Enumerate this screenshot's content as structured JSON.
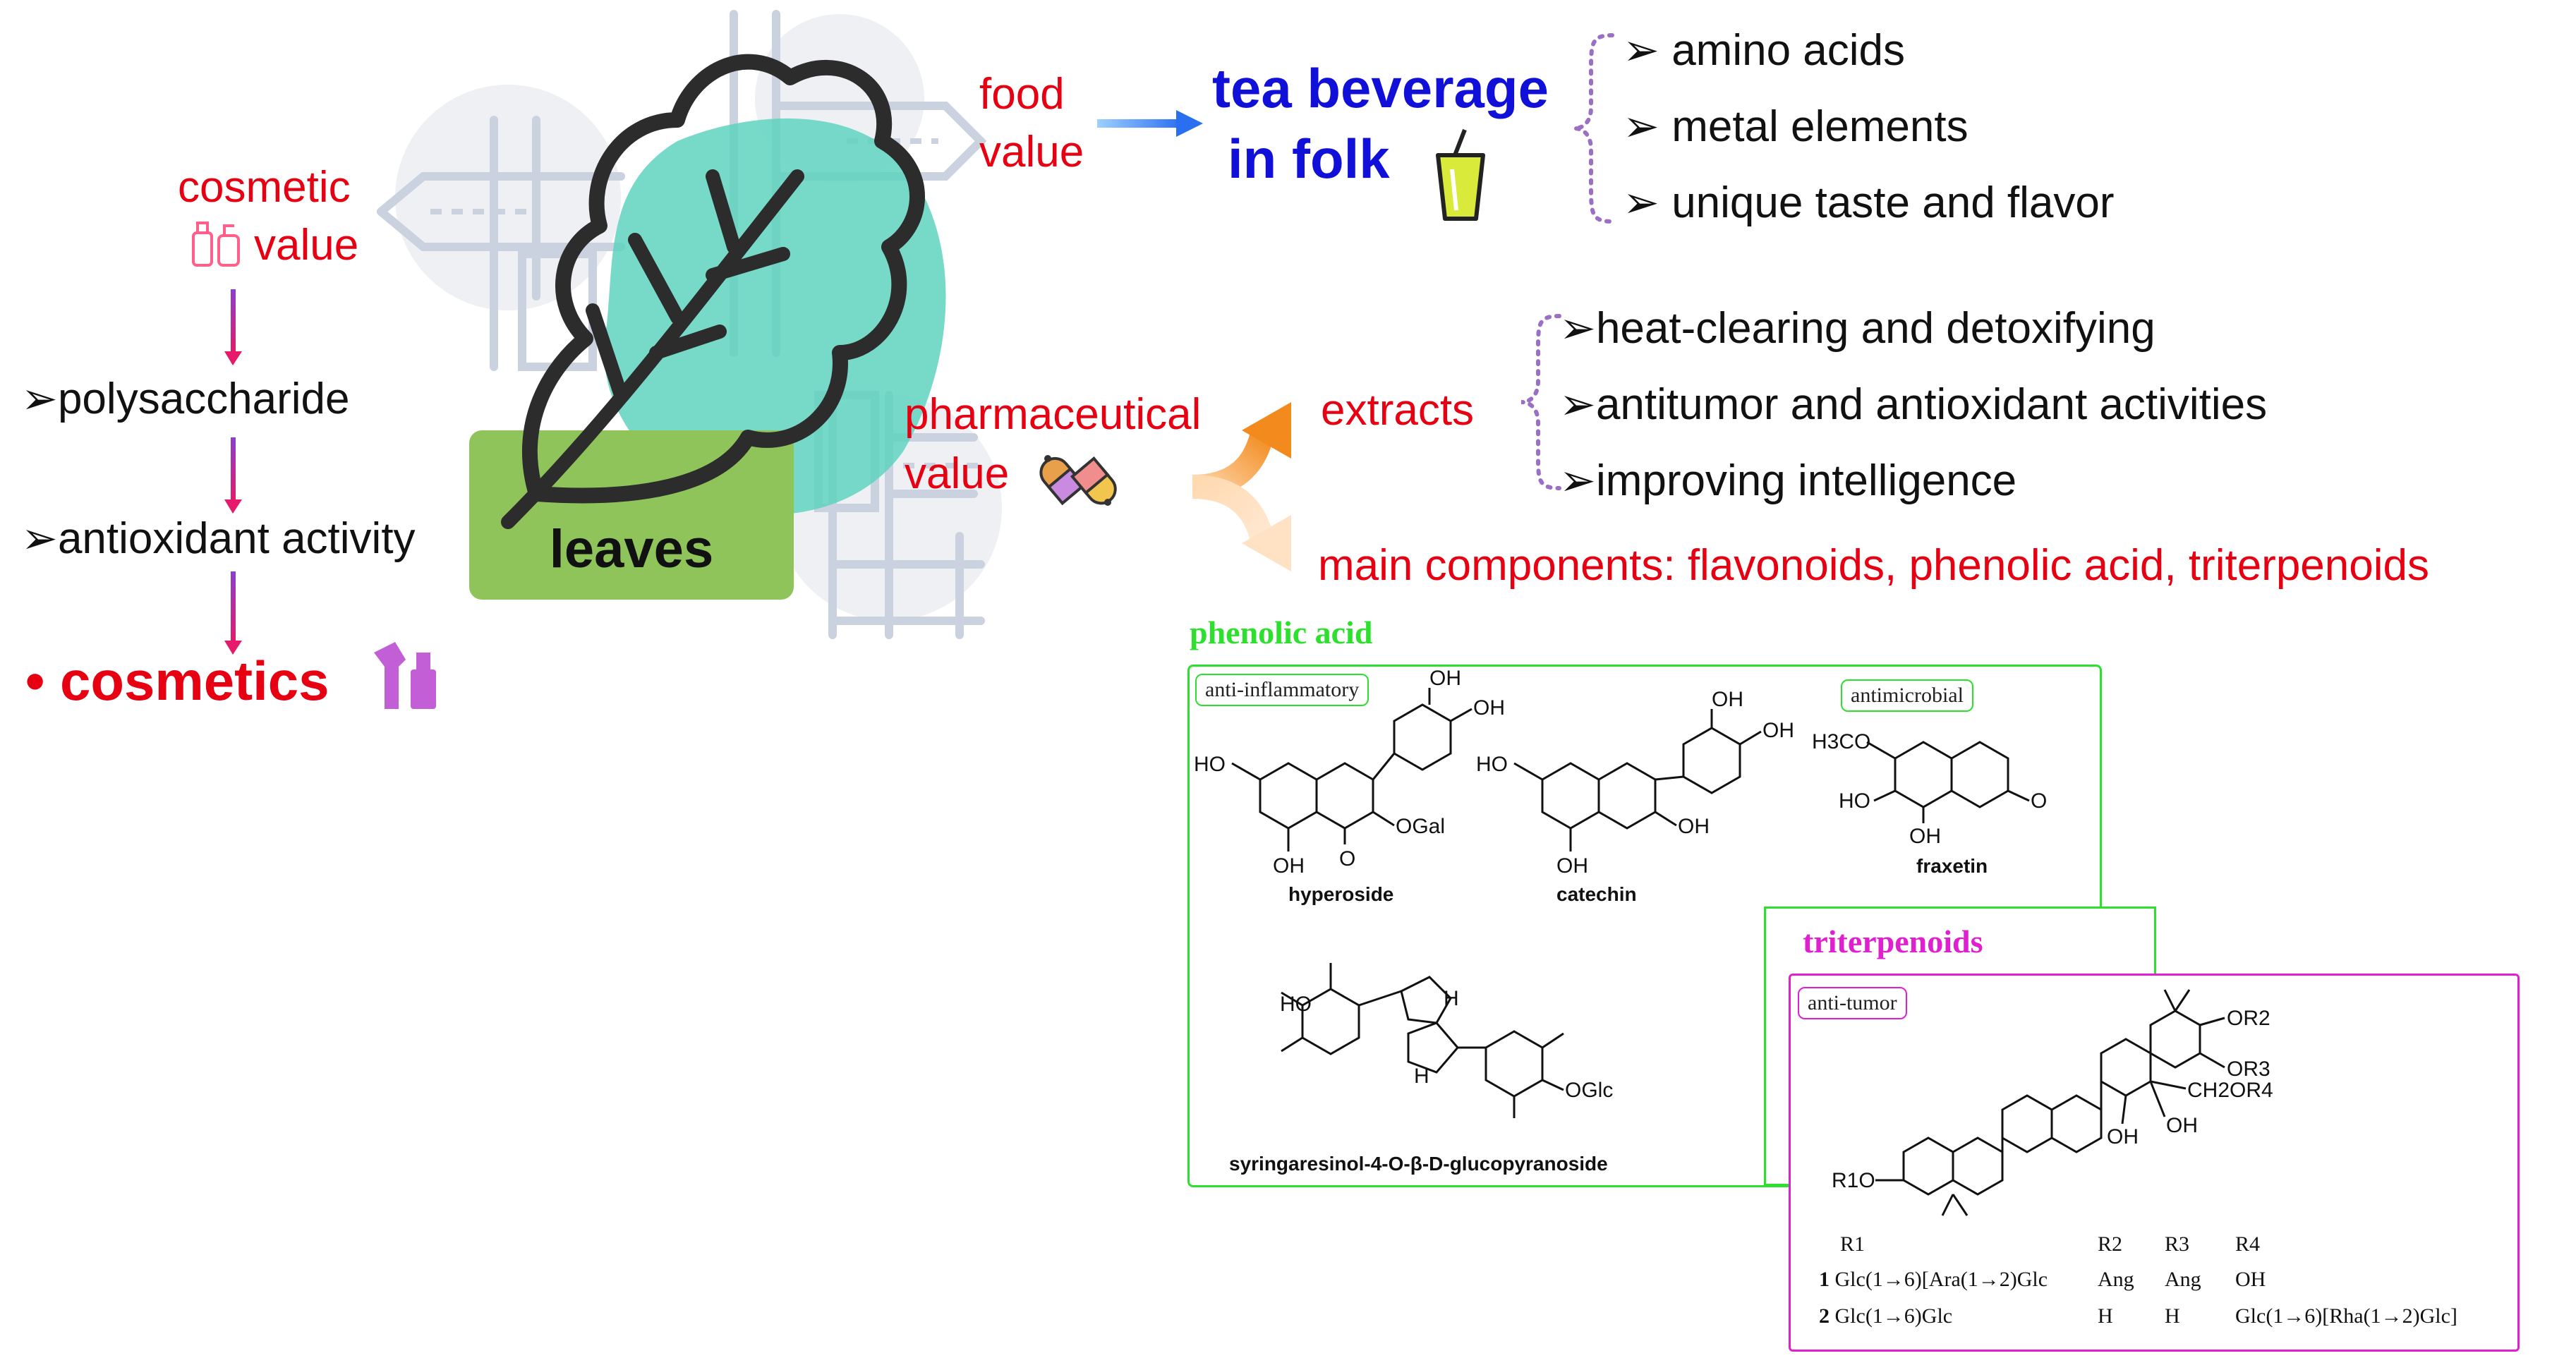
{
  "center": {
    "label": "leaves"
  },
  "cosmetic": {
    "title_line1": "cosmetic",
    "title_line2": "value",
    "step1": "polysaccharide",
    "step2": "antioxidant activity",
    "result": "cosmetics"
  },
  "food": {
    "title_line1": "food",
    "title_line2": "value",
    "target_line1": "tea beverage",
    "target_line2": "in folk",
    "items": [
      "amino acids",
      "metal elements",
      "unique taste and flavor"
    ]
  },
  "pharma": {
    "title_line1": "pharmaceutical",
    "title_line2": "value",
    "extracts_label": "extracts",
    "extract_items": [
      "heat-clearing and detoxifying",
      "antitumor and antioxidant activities",
      "improving intelligence"
    ],
    "main_components": "main components: flavonoids, phenolic acid, triterpenoids"
  },
  "phenolic_panel": {
    "title": "phenolic acid",
    "tag_anti_inflammatory": "anti-inflammatory",
    "tag_antimicrobial": "antimicrobial",
    "compounds": {
      "hyperoside": "hyperoside",
      "catechin": "catechin",
      "fraxetin": "fraxetin",
      "syringaresinol": "syringaresinol-4-O-β-D-glucopyranoside"
    },
    "groups": {
      "oh": "OH",
      "ho": "HO",
      "ogal": "OGal",
      "o": "O",
      "h3co": "H3CO",
      "oglc": "OGlc",
      "h": "H"
    }
  },
  "triterpenoid_panel": {
    "title": "triterpenoids",
    "tag": "anti-tumor",
    "groups": {
      "or2": "OR2",
      "or3": "OR3",
      "ch2or4": "CH2OR4",
      "oh": "OH",
      "r1o": "R1O"
    },
    "table": {
      "headers": [
        "R1",
        "R2",
        "R3",
        "R4"
      ],
      "rows": [
        {
          "id": "1",
          "r1": "Glc(1→6)[Ara(1→2)Glc",
          "r2": "Ang",
          "r3": "Ang",
          "r4": "OH"
        },
        {
          "id": "2",
          "r1": "Glc(1→6)Glc",
          "r2": "H",
          "r3": "H",
          "r4": "Glc(1→6)[Rha(1→2)Glc]"
        }
      ]
    }
  },
  "colors": {
    "red_text": "#e60012",
    "blue_text": "#1010d8",
    "phenolic_green": "#2ee02e",
    "triterpenoid_magenta": "#e020d0",
    "leaf_fill": "#5fd4bf",
    "box_green": "#8fc45a"
  }
}
